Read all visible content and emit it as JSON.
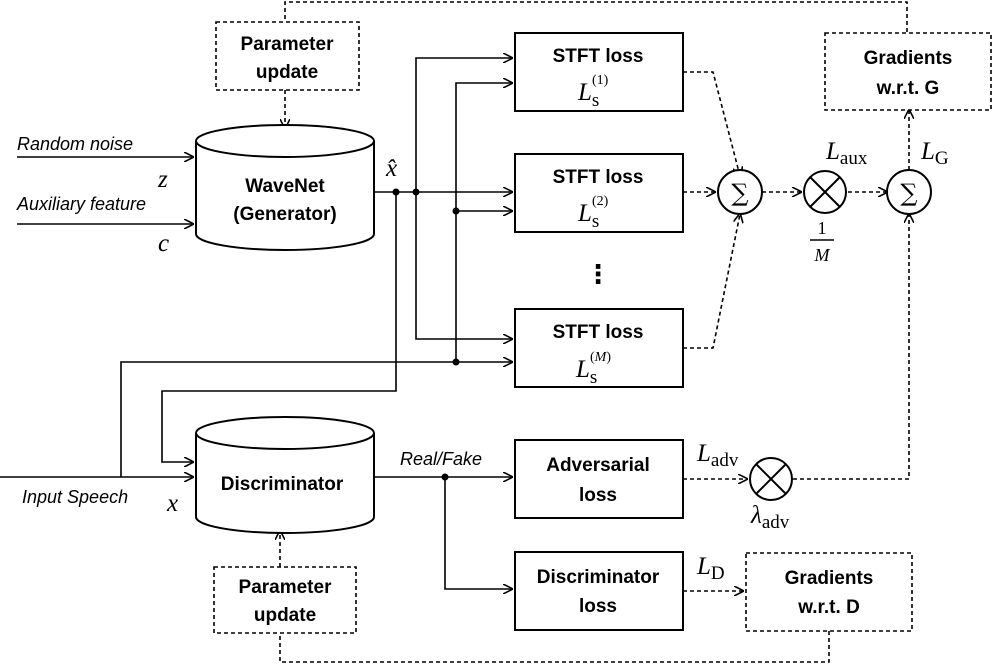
{
  "inputs": {
    "random_noise": "Random noise",
    "noise_symbol": "z",
    "aux_feature": "Auxiliary feature",
    "aux_symbol": "c",
    "input_speech": "Input Speech",
    "speech_symbol": "x"
  },
  "generator": {
    "line1": "WaveNet",
    "line2": "(Generator)",
    "output_symbol": "x̂"
  },
  "discriminator": {
    "label": "Discriminator",
    "output_label": "Real/Fake"
  },
  "param_update_top": {
    "line1": "Parameter",
    "line2": "update"
  },
  "param_update_bottom": {
    "line1": "Parameter",
    "line2": "update"
  },
  "stft_losses": [
    {
      "label": "STFT loss",
      "sup": "1"
    },
    {
      "label": "STFT loss",
      "sup": "2"
    },
    {
      "label": "STFT loss",
      "sup": "M"
    }
  ],
  "stft_symbol": {
    "base": "L",
    "sub": "s"
  },
  "ellipsis": "⋮",
  "sum_symbol": "∑",
  "times_symbol": "⊗",
  "aux_loss": {
    "base": "L",
    "sub": "aux"
  },
  "scale_fraction": {
    "num": "1",
    "den": "M"
  },
  "gen_loss": {
    "base": "L",
    "sub": "G"
  },
  "gradients_g": {
    "line1": "Gradients",
    "line2": "w.r.t. G"
  },
  "adversarial_loss": {
    "line1": "Adversarial",
    "line2": "loss"
  },
  "adv_symbol": {
    "base": "L",
    "sub": "adv"
  },
  "lambda_symbol": {
    "base": "λ",
    "sub": "adv"
  },
  "discriminator_loss": {
    "line1": "Discriminator",
    "line2": "loss"
  },
  "d_symbol": {
    "base": "L",
    "sub": "D"
  },
  "gradients_d": {
    "line1": "Gradients",
    "line2": "w.r.t. D"
  }
}
